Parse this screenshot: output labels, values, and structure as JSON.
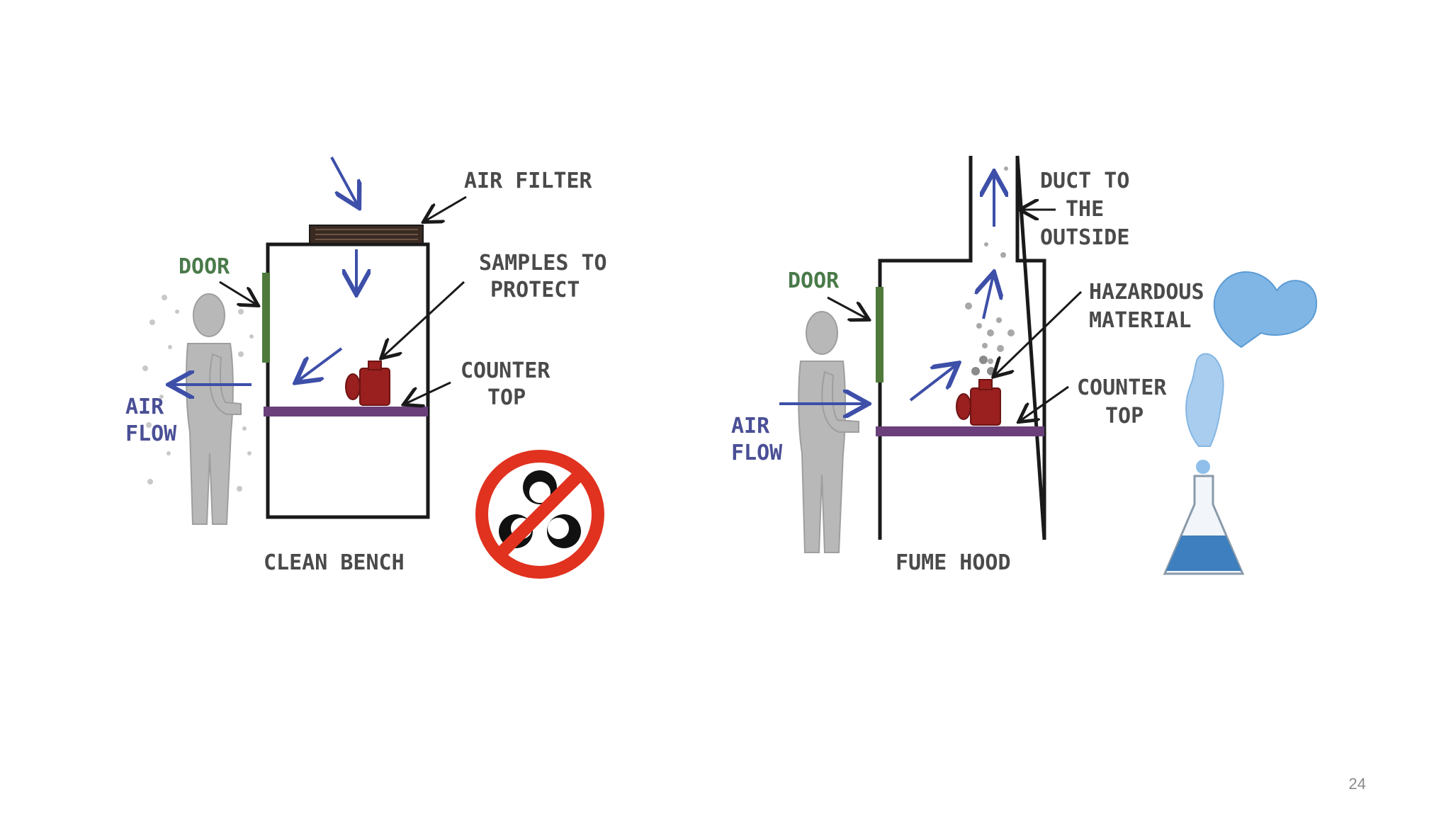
{
  "slide": {
    "page_number": "24"
  },
  "clean_bench": {
    "title": "CLEAN BENCH",
    "air_filter_label": "AIR FILTER",
    "door_label": "DOOR",
    "samples_label_line1": "SAMPLES TO",
    "samples_label_line2": "PROTECT",
    "counter_label_line1": "COUNTER",
    "counter_label_line2": "TOP",
    "airflow_label_line1": "AIR",
    "airflow_label_line2": "FLOW",
    "icon": "no-biohazard-icon"
  },
  "fume_hood": {
    "title": "FUME HOOD",
    "duct_label_line1": "DUCT TO",
    "duct_label_line2": "THE",
    "duct_label_line3": "OUTSIDE",
    "door_label": "DOOR",
    "hazard_label_line1": "HAZARDOUS",
    "hazard_label_line2": "MATERIAL",
    "counter_label_line1": "COUNTER",
    "counter_label_line2": "TOP",
    "airflow_label_line1": "AIR",
    "airflow_label_line2": "FLOW",
    "icon": "flask-fumes-icon"
  },
  "colors": {
    "cabinet_outline": "#1a1a1a",
    "door": "#4f7a3c",
    "counter": "#6a3f7a",
    "airflow_arrow": "#3d4fa8",
    "sample": "#9a1f1f",
    "person": "#b5b5b5",
    "no_sign": "#e0321f",
    "flask_liquid": "#3d7fbf"
  }
}
